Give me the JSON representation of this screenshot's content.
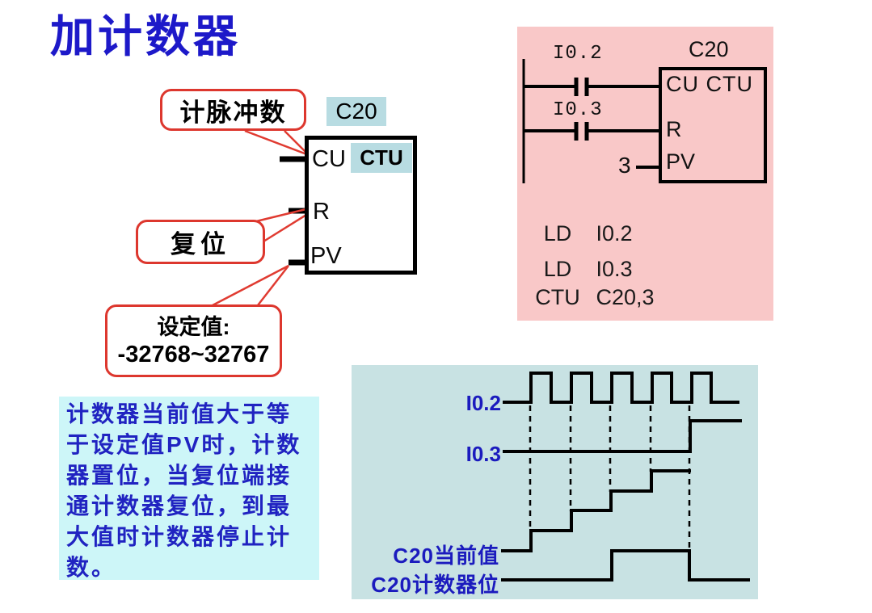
{
  "slide": {
    "title": "加计数器"
  },
  "colors": {
    "title_blue": "#1d19c9",
    "text_blue": "#2023c1",
    "timing_label_blue": "#1b1bbe",
    "callout_red": "#dd372e",
    "panel_pink": "#f9c8c8",
    "panel_teal": "#c8e2e3",
    "note_cyan": "#cdf6f8",
    "tag_cyan": "#b8dce2",
    "line_black": "#000000"
  },
  "block_diagram": {
    "tag": "C20",
    "type": "CTU",
    "input_cu": "CU",
    "input_r": "R",
    "input_pv": "PV",
    "callout_cu": "计脉冲数",
    "callout_r": "复位",
    "callout_pv_line1": "设定值:",
    "callout_pv_line2": "-32768~32767"
  },
  "ladder": {
    "contact1_label": "I0.2",
    "contact2_label": "I0.3",
    "block_tag": "C20",
    "block_header": "CU CTU",
    "block_r": "R",
    "block_pv": "PV",
    "pv_value": "3",
    "instructions": [
      {
        "op": "LD",
        "operand": "I0.2"
      },
      {
        "op": "LD",
        "operand": "I0.3"
      },
      {
        "op": "CTU",
        "operand": "C20,3"
      }
    ]
  },
  "note": {
    "lines": [
      "计数器当前值大于等",
      "于设定值PV时，计数",
      "器置位，当复位端接",
      "通计数器复位，到最",
      "大值时计数器停止计",
      "数。"
    ]
  },
  "timing": {
    "label_i02": "I0.2",
    "label_i03": "I0.3",
    "label_current": "C20当前值",
    "label_bit": "C20计数器位",
    "waveforms": {
      "i02_pulse_count": 5,
      "current_value_steps": [
        0,
        1,
        2,
        3,
        4
      ],
      "bit_sets_at_count": 3,
      "reset_on_i03_rising": true
    }
  }
}
